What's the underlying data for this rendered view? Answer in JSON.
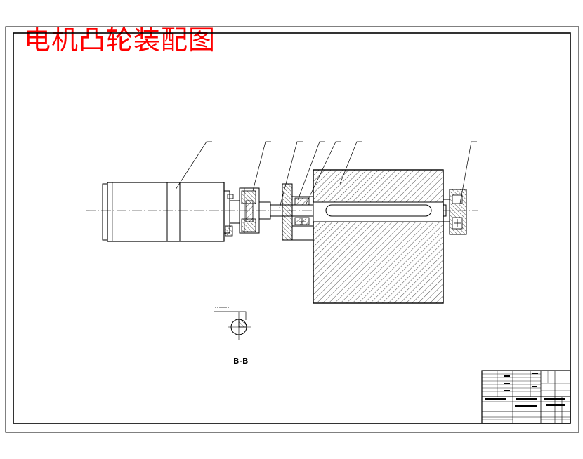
{
  "drawing_title": "电机凸轮装配图",
  "section_view": {
    "label": "B-B"
  },
  "part_callouts": 7,
  "colors": {
    "title": "#ff0000",
    "line": "#000000",
    "paper": "#ffffff"
  }
}
